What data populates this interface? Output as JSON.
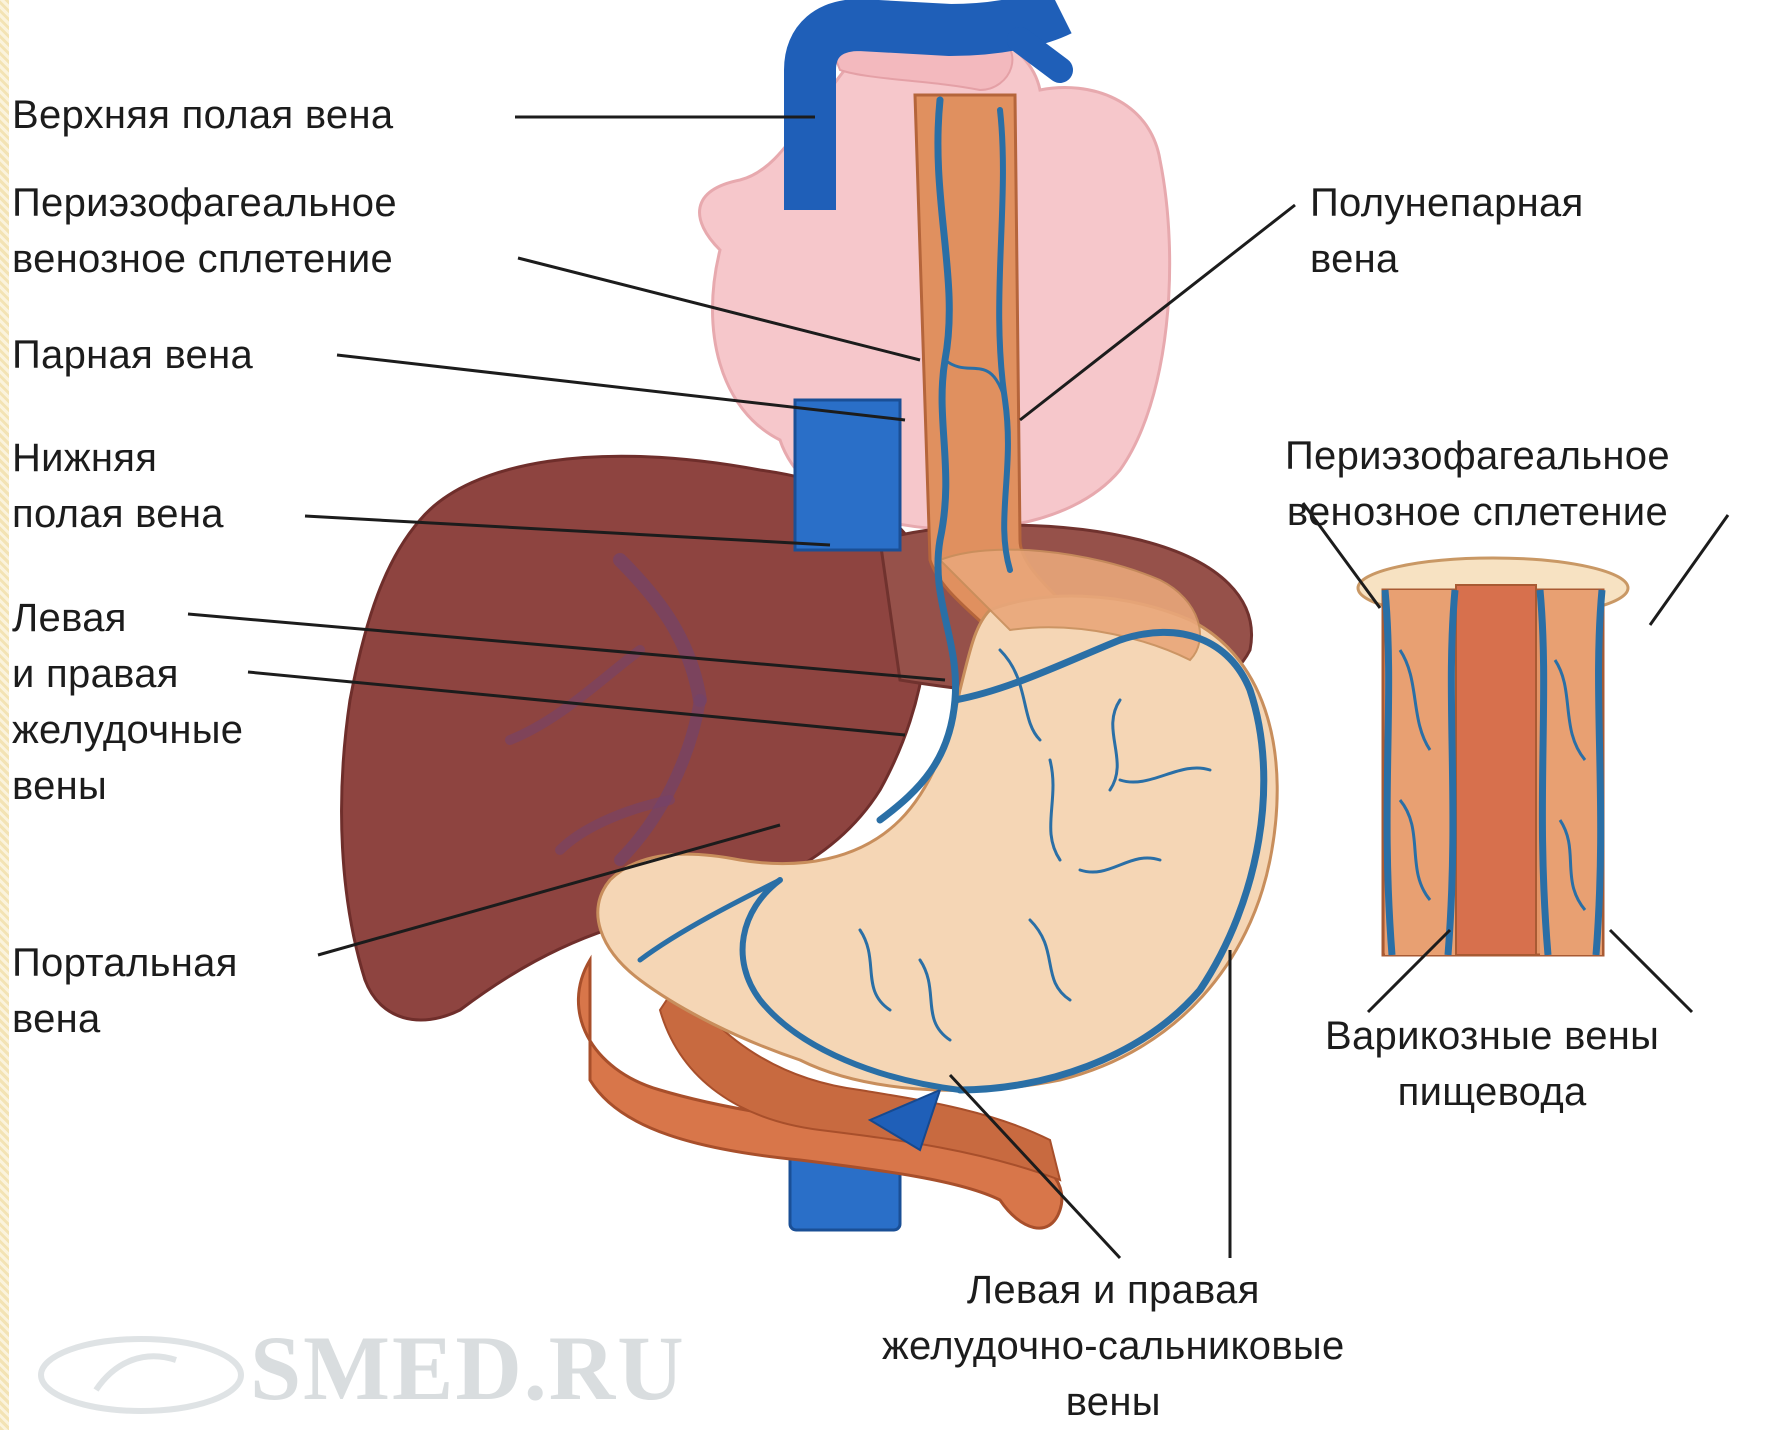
{
  "labels": {
    "svc": "Верхняя полая вена",
    "periesophageal": [
      "Периэзофагеальное",
      "венозное сплетение"
    ],
    "azygos": "Парная вена",
    "hemiazygos": [
      "Полунепарная",
      "вена"
    ],
    "ivc": [
      "Нижняя",
      "полая вена"
    ],
    "gastric": [
      "Левая",
      "и правая",
      "желудочные",
      "вены"
    ],
    "portal": [
      "Портальная",
      "вена"
    ],
    "inset_plexus": [
      "Периэзофагеальное",
      "венозное сплетение"
    ],
    "varices": [
      "Варикозные вены",
      "пищевода"
    ],
    "gastroepiploic": [
      "Левая и правая",
      "желудочно-сальниковые",
      "вены"
    ]
  },
  "watermark": "SMED.RU",
  "colors": {
    "vein": "#1f5fa8",
    "vein_small": "#2a6fa6",
    "heart": "#f5c4c8",
    "liver": "#8a3e3a",
    "stomach": "#f4d4b0",
    "esophagus": "#d9825a",
    "leader": "#1c1c1c"
  }
}
